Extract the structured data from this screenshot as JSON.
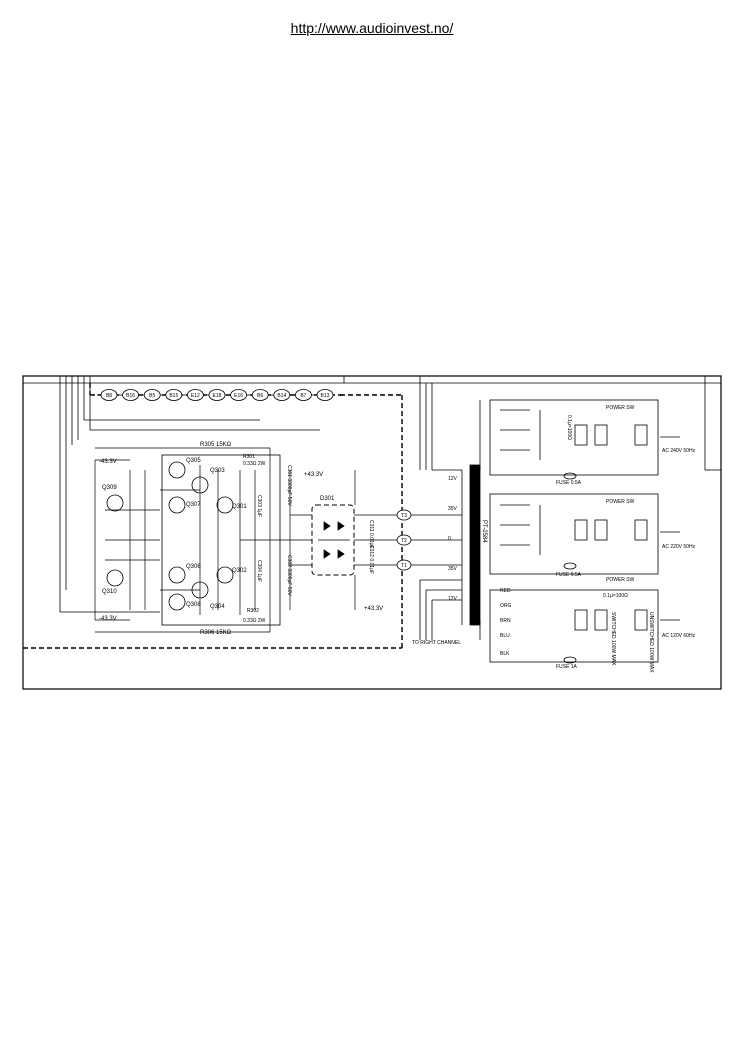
{
  "header": {
    "url": "http://www.audioinvest.no/"
  },
  "connectors": [
    "B8",
    "B16",
    "B5",
    "B15",
    "E12",
    "E18",
    "E16",
    "B6",
    "B14",
    "B7",
    "B13"
  ],
  "voltages": {
    "neg_top": "-43.3V",
    "neg_bottom": "-43.3V",
    "pos_top": "+43.3V",
    "pos_bottom": "+43.3V"
  },
  "transistors": {
    "q309": "Q309",
    "q310": "Q310",
    "q305": "Q305",
    "q307": "Q307",
    "q306": "Q306",
    "q308": "Q308",
    "q303": "Q303",
    "q304": "Q304",
    "q301": "Q301",
    "q302": "Q302"
  },
  "resistors": {
    "r305": "R305 15KΩ",
    "r306": "R306 15KΩ",
    "r301": "R301",
    "r301_val": "0.33Ω 2W",
    "r302": "R302",
    "r302_val": "0.33Ω 2W"
  },
  "capacitors": {
    "c301": "C301 3300μF 50V",
    "c302": "C302 3300μF 50V",
    "c303": "C303 1μF",
    "c304": "C304 1μF",
    "c311": "C311 0.01μF",
    "c312": "C312 0.01μF"
  },
  "diode_bridge": "D301",
  "terminals": [
    "T3",
    "T2",
    "T1"
  ],
  "transformer": {
    "label": "PT-2584",
    "taps": [
      "12V",
      "35V",
      "0",
      "35V",
      "12V"
    ]
  },
  "right_channel": "TO RIGHT CHANNEL",
  "power": {
    "sw1": "POWER SW",
    "sw2": "POWER SW",
    "sw3": "POWER SW",
    "fuse1": "FUSE 0.5A",
    "fuse2": "FUSE 0.5A",
    "fuse3": "FUSE 1A",
    "ac1": "AC 240V 50Hz",
    "ac2": "AC 220V 50Hz",
    "ac3": "AC 120V 60Hz",
    "cap_label": "0.1μ×100Ω",
    "wires": [
      "RED",
      "ORG",
      "BRN",
      "BLU",
      "BLK"
    ],
    "switched": "SWITCHED 100W MAX",
    "unswitched": "UNSWITCHED 100W MAX"
  }
}
